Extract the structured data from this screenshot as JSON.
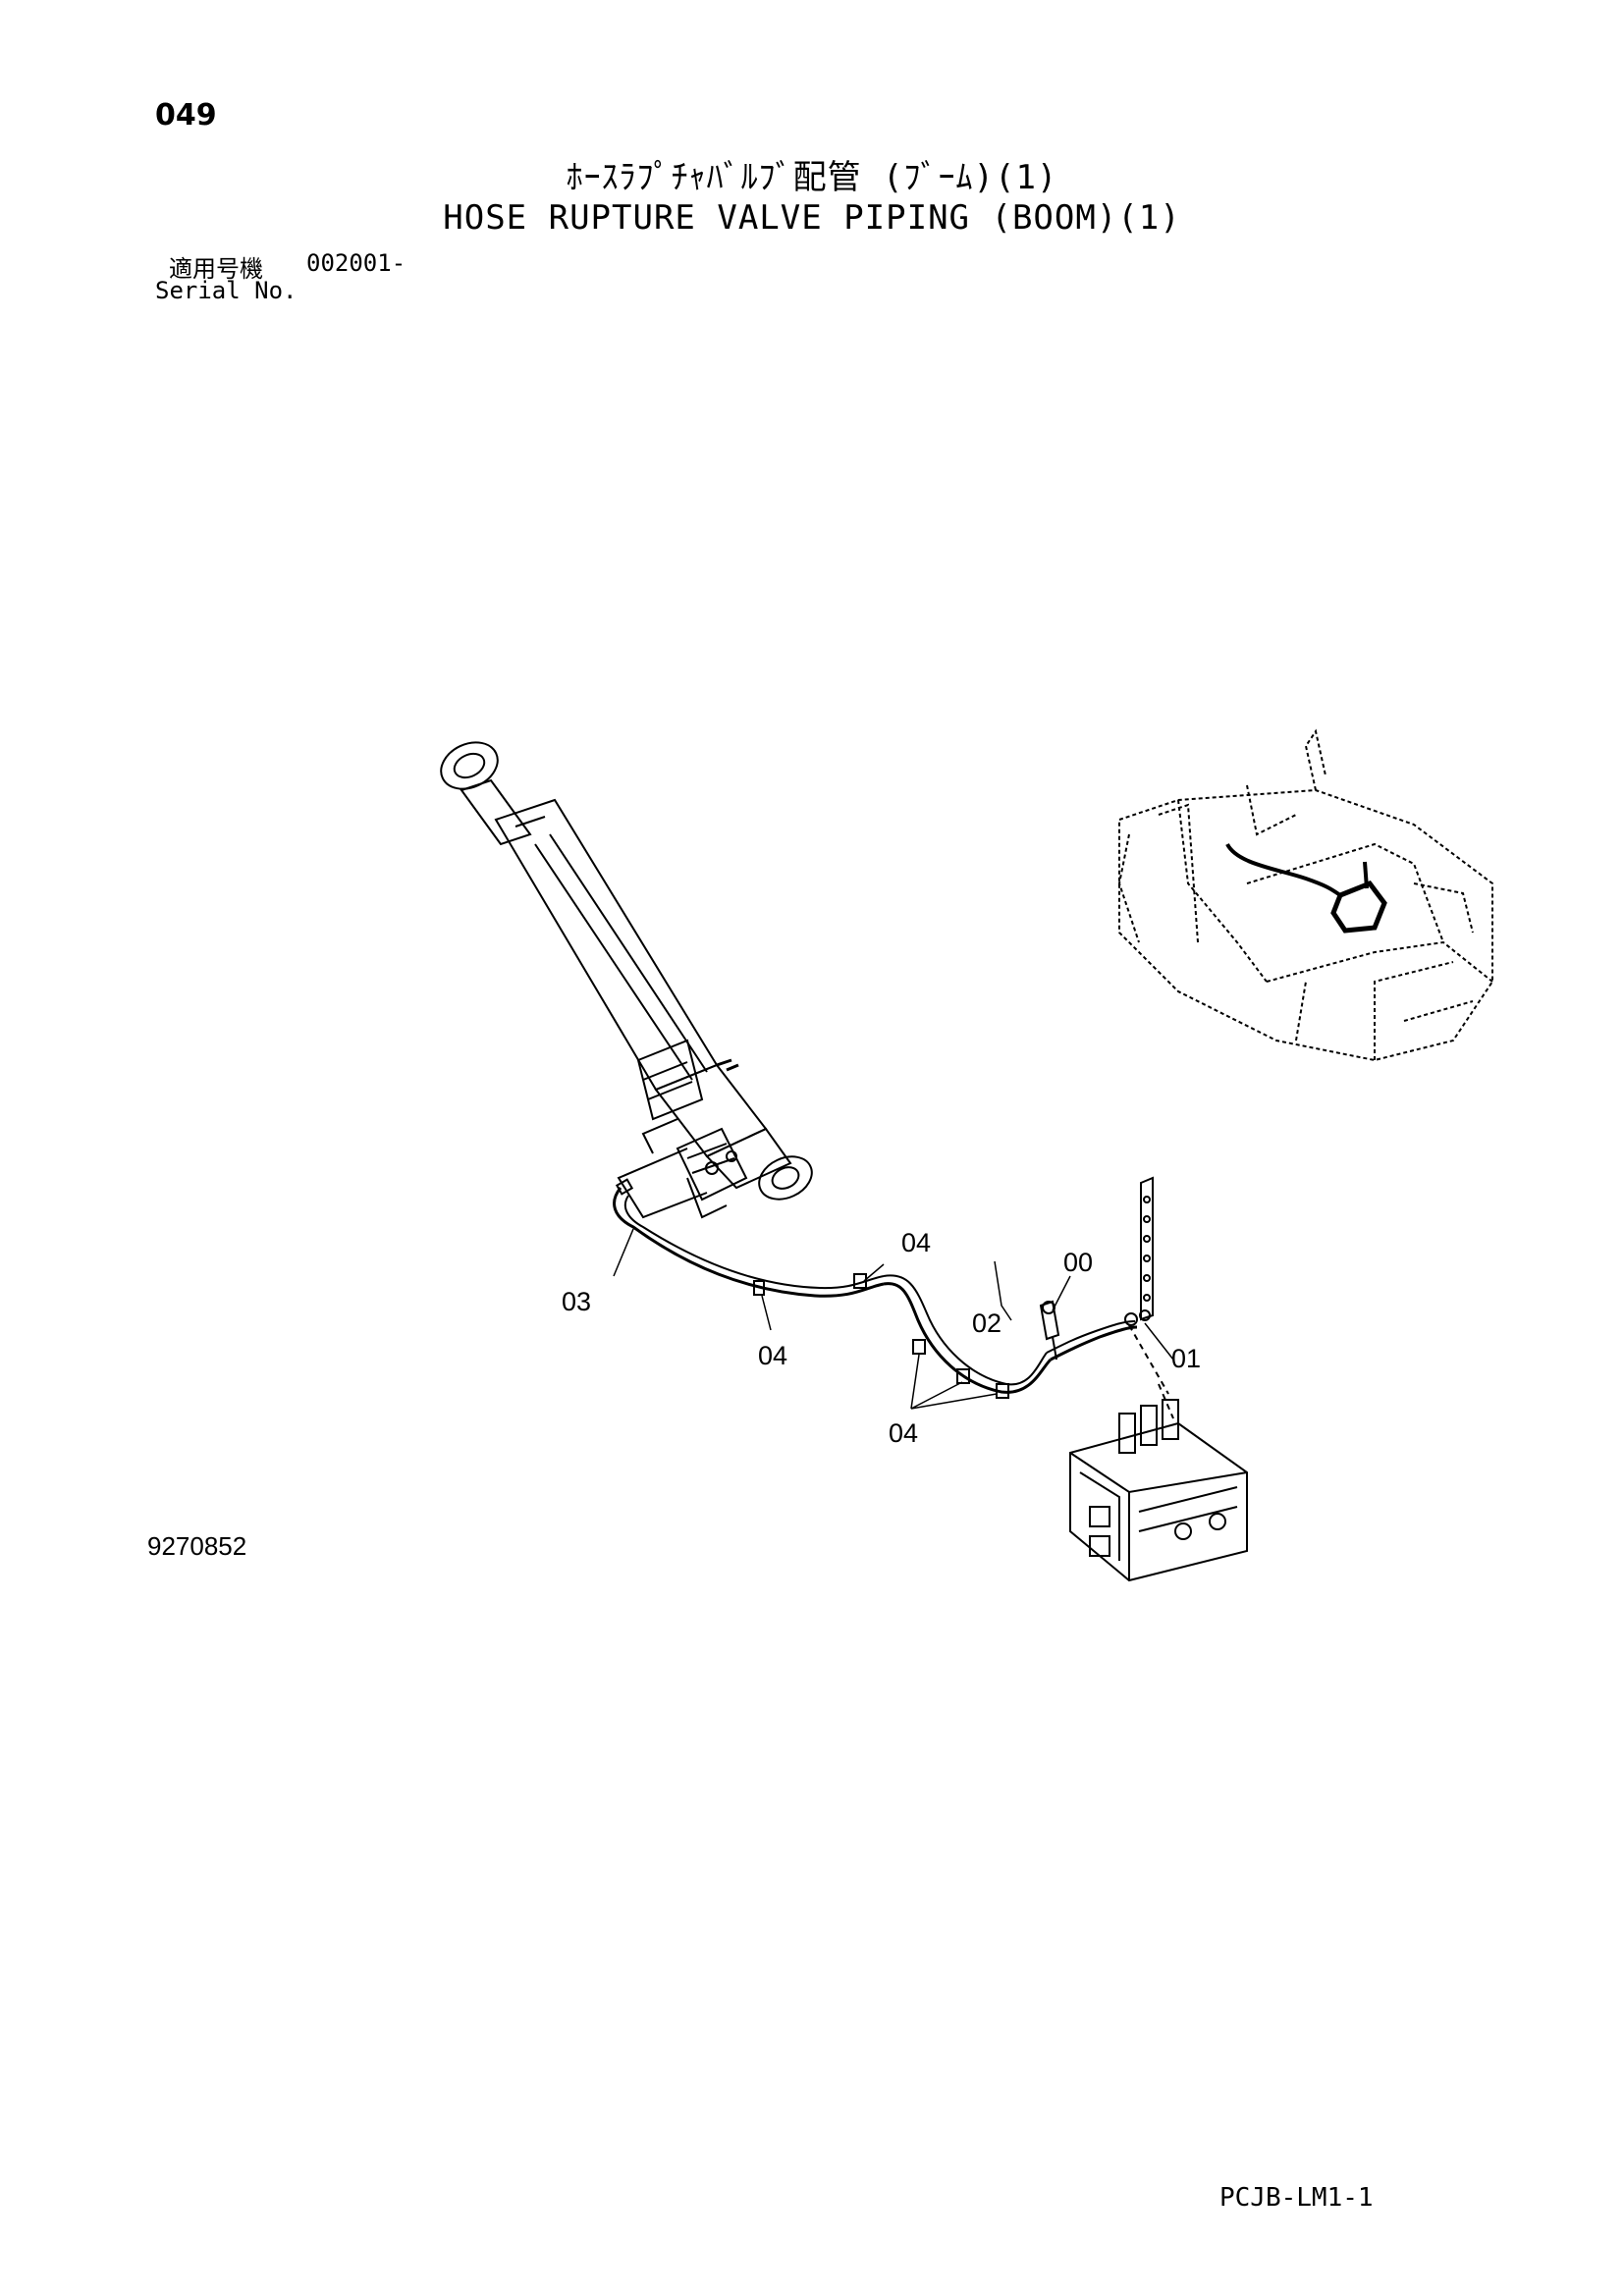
{
  "header": {
    "page_number": "049",
    "title_jp": "ﾎｰｽﾗﾌﾟﾁｬﾊﾞﾙﾌﾞ配管 (ﾌﾞｰﾑ)(1)",
    "title_en": "HOSE RUPTURE VALVE PIPING (BOOM)(1)",
    "serial_label_jp": "適用号機",
    "serial_value": "002001-",
    "serial_label_en": "Serial No."
  },
  "diagram": {
    "callouts": {
      "c00": "00",
      "c01": "01",
      "c02": "02",
      "c03": "03",
      "c04_top": "04",
      "c04_mid": "04",
      "c04_group": "04"
    },
    "icons": [
      "boom-cylinder",
      "excavator-upperstructure",
      "control-valve",
      "hose-assembly",
      "clamp",
      "rupture-valve"
    ],
    "line_color": "#000000"
  },
  "footer": {
    "drawing_number": "9270852",
    "document_code": "PCJB-LM1-1"
  }
}
